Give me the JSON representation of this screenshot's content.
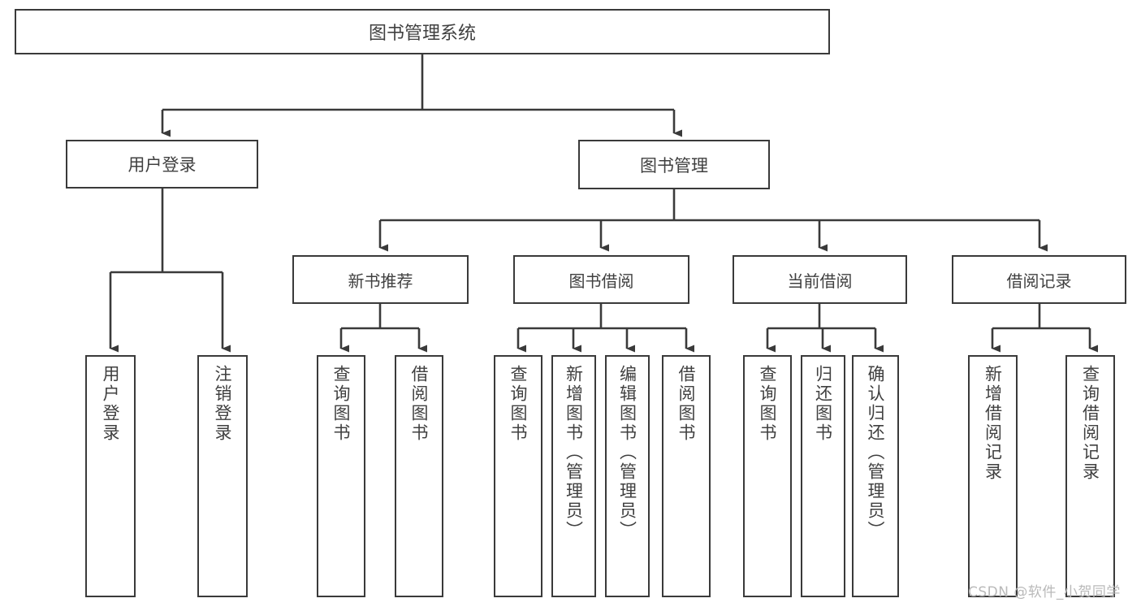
{
  "diagram": {
    "title": "图书管理系统",
    "type": "tree-hierarchy",
    "watermark": "CSDN @软件_小贺同学",
    "colors": {
      "border": "#3a3a3a",
      "text": "#404040",
      "background": "#ffffff",
      "watermark": "#b9b9b9"
    },
    "root": {
      "label": "图书管理系统"
    },
    "level2": [
      {
        "label": "用户登录"
      },
      {
        "label": "图书管理"
      }
    ],
    "level3": [
      {
        "label": "新书推荐"
      },
      {
        "label": "图书借阅"
      },
      {
        "label": "当前借阅"
      },
      {
        "label": "借阅记录"
      }
    ],
    "leaves": {
      "user_login": [
        {
          "label": "用户登录"
        },
        {
          "label": "注销登录"
        }
      ],
      "new_books": [
        {
          "label": "查询图书"
        },
        {
          "label": "借阅图书"
        }
      ],
      "book_borrow": [
        {
          "label": "查询图书"
        },
        {
          "label": "新增图书（管理员）"
        },
        {
          "label": "编辑图书（管理员）"
        },
        {
          "label": "借阅图书"
        }
      ],
      "current_borrow": [
        {
          "label": "查询图书"
        },
        {
          "label": "归还图书"
        },
        {
          "label": "确认归还（管理员）"
        }
      ],
      "borrow_records": [
        {
          "label": "新增借阅记录"
        },
        {
          "label": "查询借阅记录"
        }
      ]
    }
  }
}
